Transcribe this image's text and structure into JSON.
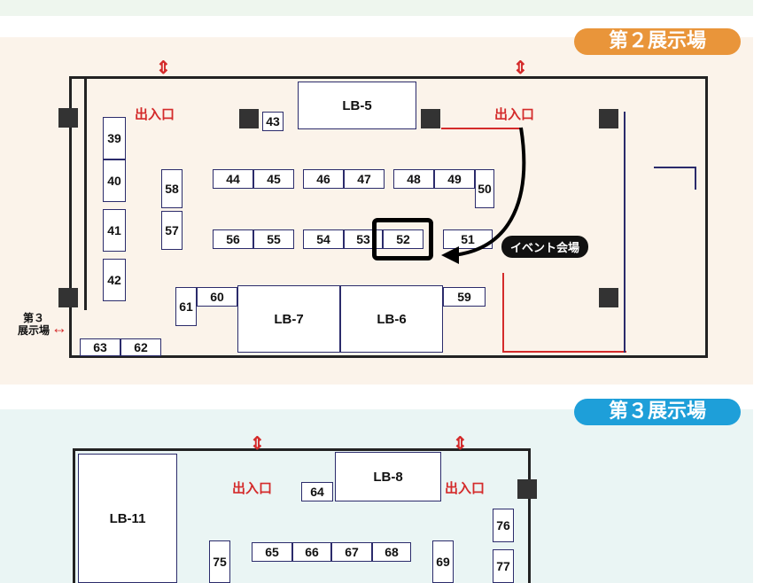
{
  "hall2": {
    "badge": "第２展示場",
    "exits": [
      "出入口",
      "出入口"
    ],
    "event_label": "イベント会場",
    "side_label_line1": "第３",
    "side_label_line2": "展示場",
    "booths": {
      "b39": "39",
      "b40": "40",
      "b41": "41",
      "b42": "42",
      "b43": "43",
      "b44": "44",
      "b45": "45",
      "b46": "46",
      "b47": "47",
      "b48": "48",
      "b49": "49",
      "b50": "50",
      "b51": "51",
      "b52": "52",
      "b53": "53",
      "b54": "54",
      "b55": "55",
      "b56": "56",
      "b57": "57",
      "b58": "58",
      "b59": "59",
      "b60": "60",
      "b61": "61",
      "b62": "62",
      "b63": "63",
      "lb5": "LB-5",
      "lb6": "LB-6",
      "lb7": "LB-7"
    },
    "highlighted_booth": "52"
  },
  "hall3": {
    "badge": "第３展示場",
    "exits": [
      "出入口",
      "出入口"
    ],
    "booths": {
      "b64": "64",
      "b65": "65",
      "b66": "66",
      "b67": "67",
      "b68": "68",
      "b69": "69",
      "b75": "75",
      "b76": "76",
      "b77": "77",
      "lb8": "LB-8",
      "lb11": "LB-11"
    }
  },
  "colors": {
    "hall2_badge": "#e9953a",
    "hall3_badge": "#1e9fd9",
    "exit": "#d42b2b",
    "booth_border": "#2b2b6b"
  }
}
